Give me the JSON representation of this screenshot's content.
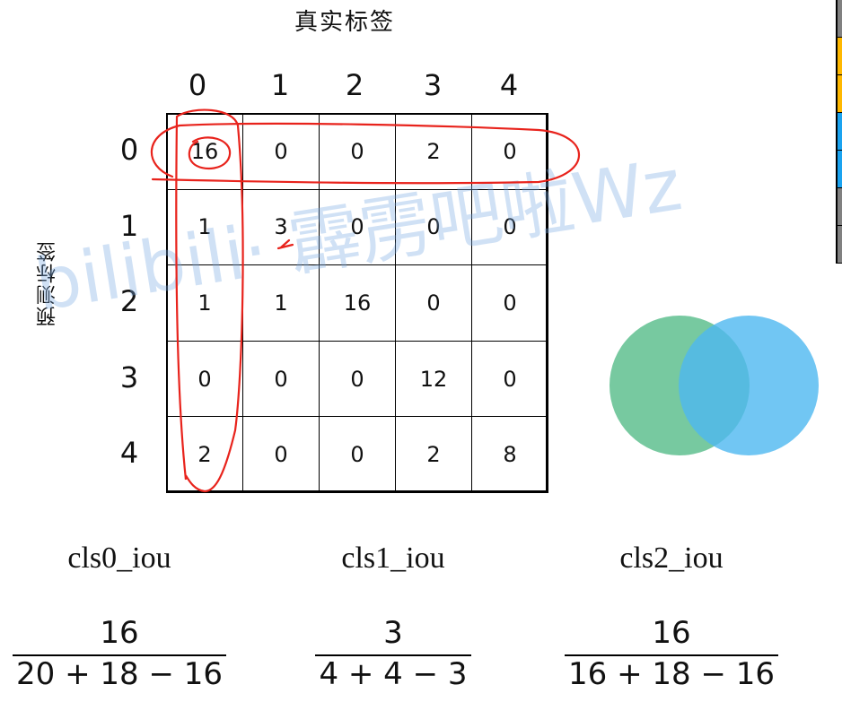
{
  "title": "真实标签",
  "y_label": "预测标签",
  "col_headers": [
    "0",
    "1",
    "2",
    "3",
    "4"
  ],
  "row_headers": [
    "0",
    "1",
    "2",
    "3",
    "4"
  ],
  "matrix": [
    [
      "16",
      "0",
      "0",
      "2",
      "0"
    ],
    [
      "1",
      "3",
      "0",
      "0",
      "0"
    ],
    [
      "1",
      "1",
      "16",
      "0",
      "0"
    ],
    [
      "0",
      "0",
      "0",
      "12",
      "0"
    ],
    [
      "2",
      "0",
      "0",
      "2",
      "8"
    ]
  ],
  "watermark": "bilibili· 霹雳吧啦Wz",
  "formulas": [
    {
      "label": "cls0_iou",
      "numerator": "16",
      "denominator": "20 + 18 − 16"
    },
    {
      "label": "cls1_iou",
      "numerator": "3",
      "denominator": "4 + 4 − 3"
    },
    {
      "label": "cls2_iou",
      "numerator": "16",
      "denominator": "16 + 18 − 16"
    }
  ],
  "colors": {
    "venn_left": "#5fbf8f",
    "venn_right": "#4db8f0",
    "annotation": "#e8231c",
    "strips": [
      "#808080",
      "#ffb800",
      "#ffb800",
      "#1aa3f0",
      "#1aa3f0",
      "#808080",
      "#808080"
    ]
  }
}
